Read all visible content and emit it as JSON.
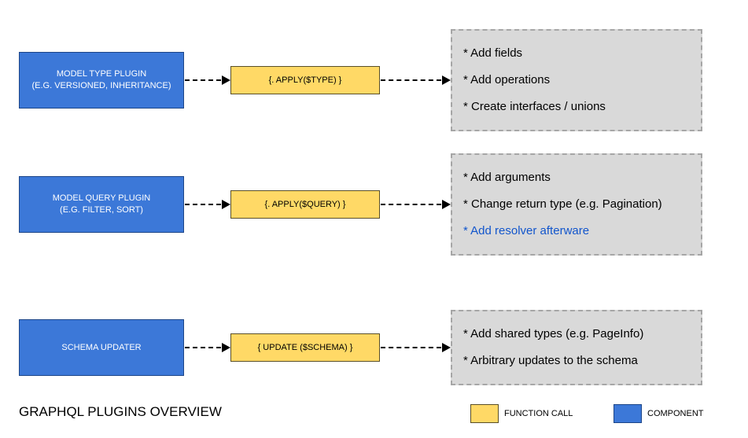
{
  "title": "GRAPHQL PLUGINS OVERVIEW",
  "colors": {
    "component_fill": "#3c78d8",
    "component_border": "#1c4587",
    "function_fill": "#ffd966",
    "function_border": "#594f27",
    "output_fill": "#d9d9d9",
    "output_border": "#a6a6a6",
    "link_text": "#1155cc"
  },
  "rows": [
    {
      "component": {
        "line1": "MODEL TYPE PLUGIN",
        "line2": "(E.G. VERSIONED, INHERITANCE)"
      },
      "function_call": "{. APPLY($TYPE) }",
      "outputs": {
        "0": "* Add fields",
        "1": "* Add operations",
        "2": "* Create interfaces / unions"
      }
    },
    {
      "component": {
        "line1": "MODEL QUERY PLUGIN",
        "line2": "(E.G. FILTER, SORT)"
      },
      "function_call": "{. APPLY($QUERY) }",
      "outputs": {
        "0": "* Add arguments",
        "1": "* Change return type (e.g. Pagination)",
        "2": "* Add resolver afterware"
      }
    },
    {
      "component": {
        "line1": "SCHEMA UPDATER",
        "line2": ""
      },
      "function_call": "{ UPDATE ($SCHEMA) }",
      "outputs": {
        "0": "* Add shared types (e.g. PageInfo)",
        "1": "* Arbitrary updates to the schema"
      }
    }
  ],
  "legend": {
    "function": "FUNCTION CALL",
    "component": "COMPONENT"
  }
}
